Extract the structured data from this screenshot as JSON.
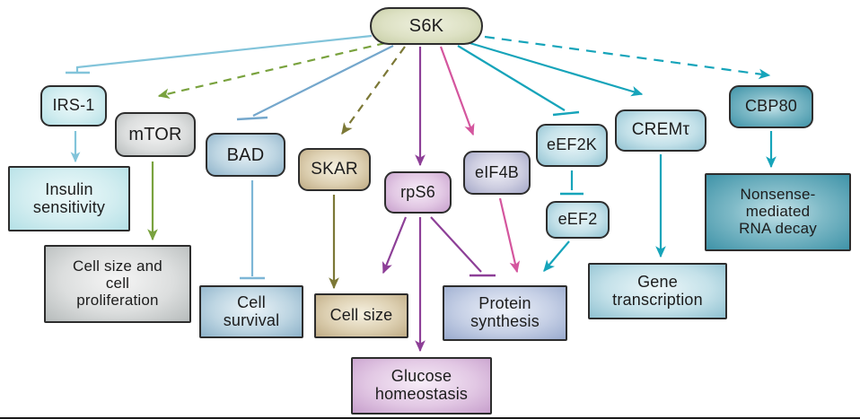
{
  "nodes": {
    "s6k": {
      "label": "S6K"
    },
    "irs1": {
      "label": "IRS-1"
    },
    "mtor": {
      "label": "mTOR"
    },
    "bad": {
      "label": "BAD"
    },
    "skar": {
      "label": "SKAR"
    },
    "rps6": {
      "label": "rpS6"
    },
    "eif4b": {
      "label": "eIF4B"
    },
    "eef2k": {
      "label": "eEF2K"
    },
    "eef2": {
      "label": "eEF2"
    },
    "cremt": {
      "label": "CREMτ"
    },
    "cbp80": {
      "label": "CBP80"
    }
  },
  "outcomes": {
    "insulin": {
      "label": "Insulin\nsensitivity"
    },
    "prolif": {
      "label": "Cell size and\ncell\nproliferation"
    },
    "survival": {
      "label": "Cell\nsurvival"
    },
    "cellsize": {
      "label": "Cell size"
    },
    "glucose": {
      "label": "Glucose\nhomeostasis"
    },
    "protein": {
      "label": "Protein\nsynthesis"
    },
    "gene": {
      "label": "Gene\ntranscription"
    },
    "nmd": {
      "label": "Nonsense-\nmediated\nRNA decay"
    }
  },
  "edges": [
    {
      "from": "S6K",
      "to": "IRS-1",
      "effect": "inhibition",
      "line": "solid",
      "color": "#82c4da"
    },
    {
      "from": "S6K",
      "to": "mTOR",
      "effect": "activation",
      "line": "dashed",
      "color": "#79a23e"
    },
    {
      "from": "S6K",
      "to": "BAD",
      "effect": "inhibition",
      "line": "solid",
      "color": "#74a7cc"
    },
    {
      "from": "S6K",
      "to": "SKAR",
      "effect": "activation",
      "line": "dashed",
      "color": "#7c7836"
    },
    {
      "from": "S6K",
      "to": "rpS6",
      "effect": "activation",
      "line": "solid",
      "color": "#8d3f97"
    },
    {
      "from": "S6K",
      "to": "eIF4B",
      "effect": "activation",
      "line": "solid",
      "color": "#d4569e"
    },
    {
      "from": "S6K",
      "to": "eEF2K",
      "effect": "inhibition",
      "line": "solid",
      "color": "#16a4ba"
    },
    {
      "from": "S6K",
      "to": "CREMτ",
      "effect": "activation",
      "line": "solid",
      "color": "#16a4ba"
    },
    {
      "from": "S6K",
      "to": "CBP80",
      "effect": "activation",
      "line": "dashed",
      "color": "#16a4ba"
    },
    {
      "from": "IRS-1",
      "to": "Insulin sensitivity",
      "effect": "activation",
      "line": "solid",
      "color": "#82c4da"
    },
    {
      "from": "mTOR",
      "to": "Cell size and cell proliferation",
      "effect": "activation",
      "line": "solid",
      "color": "#79a23e"
    },
    {
      "from": "BAD",
      "to": "Cell survival",
      "effect": "inhibition",
      "line": "solid",
      "color": "#7db6d6"
    },
    {
      "from": "SKAR",
      "to": "Cell size",
      "effect": "activation",
      "line": "solid",
      "color": "#7c7836"
    },
    {
      "from": "rpS6",
      "to": "Cell size",
      "effect": "activation",
      "line": "solid",
      "color": "#8d3f97"
    },
    {
      "from": "rpS6",
      "to": "Glucose homeostasis",
      "effect": "activation",
      "line": "solid",
      "color": "#8d3f97"
    },
    {
      "from": "rpS6",
      "to": "Protein synthesis",
      "effect": "inhibition",
      "line": "solid",
      "color": "#8d3f97"
    },
    {
      "from": "eIF4B",
      "to": "Protein synthesis",
      "effect": "activation",
      "line": "solid",
      "color": "#d4569e"
    },
    {
      "from": "eEF2K",
      "to": "eEF2",
      "effect": "inhibition",
      "line": "solid",
      "color": "#16a4ba"
    },
    {
      "from": "eEF2",
      "to": "Protein synthesis",
      "effect": "activation",
      "line": "solid",
      "color": "#16a4ba"
    },
    {
      "from": "CREMτ",
      "to": "Gene transcription",
      "effect": "activation",
      "line": "solid",
      "color": "#16a4ba"
    },
    {
      "from": "CBP80",
      "to": "Nonsense-mediated RNA decay",
      "effect": "activation",
      "line": "solid",
      "color": "#16a4ba"
    }
  ],
  "palette": {
    "text": "#1c1c1c",
    "border": "#2d2d2d",
    "background": "#ffffff",
    "line-lightblue": "#82c4da",
    "line-green": "#79a23e",
    "line-steel": "#74a7cc",
    "line-olive": "#7c7836",
    "line-purple": "#8d3f97",
    "line-magenta": "#d4569e",
    "line-teal": "#16a4ba"
  }
}
